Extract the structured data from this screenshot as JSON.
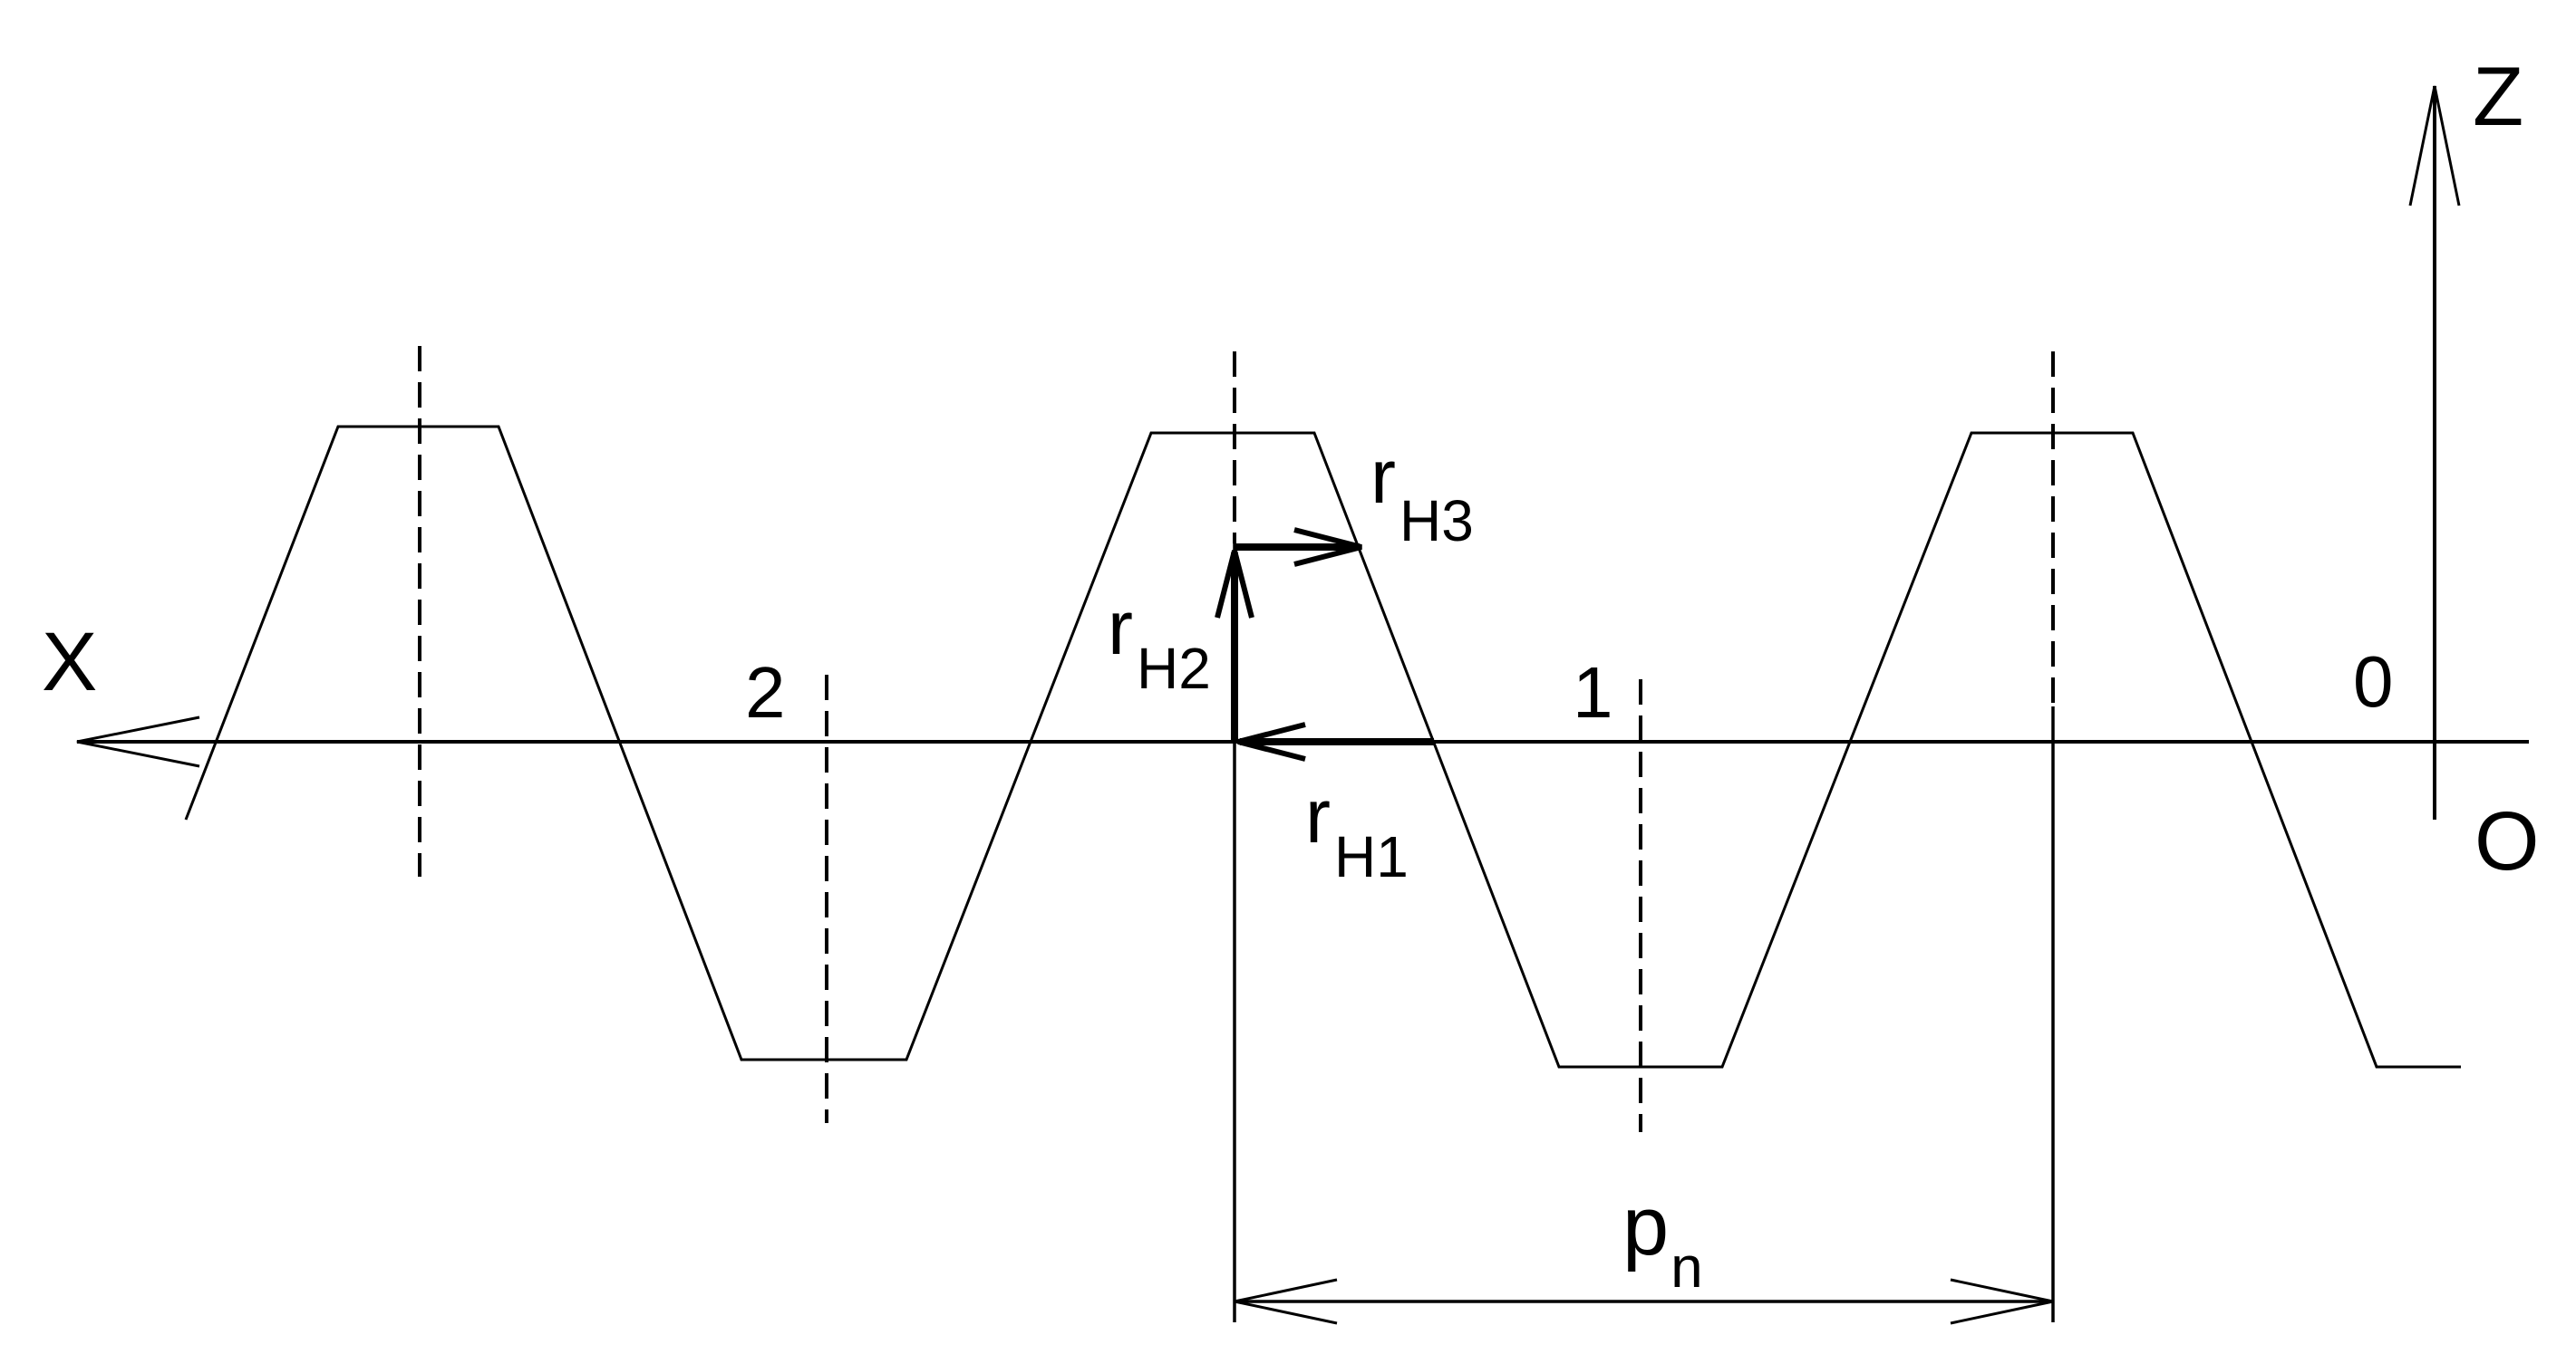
{
  "diagram": {
    "axis_x_label": "X",
    "axis_z_label": "Z",
    "origin_label": "O",
    "position_labels": [
      "2",
      "1",
      "0"
    ],
    "vector_r_h1": {
      "base": "r",
      "sub": "H1"
    },
    "vector_r_h2": {
      "base": "r",
      "sub": "H2"
    },
    "vector_r_h3": {
      "base": "r",
      "sub": "H3"
    },
    "pitch_label": {
      "base": "p",
      "sub": "n"
    },
    "colors": {
      "stroke": "#000000",
      "background": "#ffffff"
    }
  }
}
